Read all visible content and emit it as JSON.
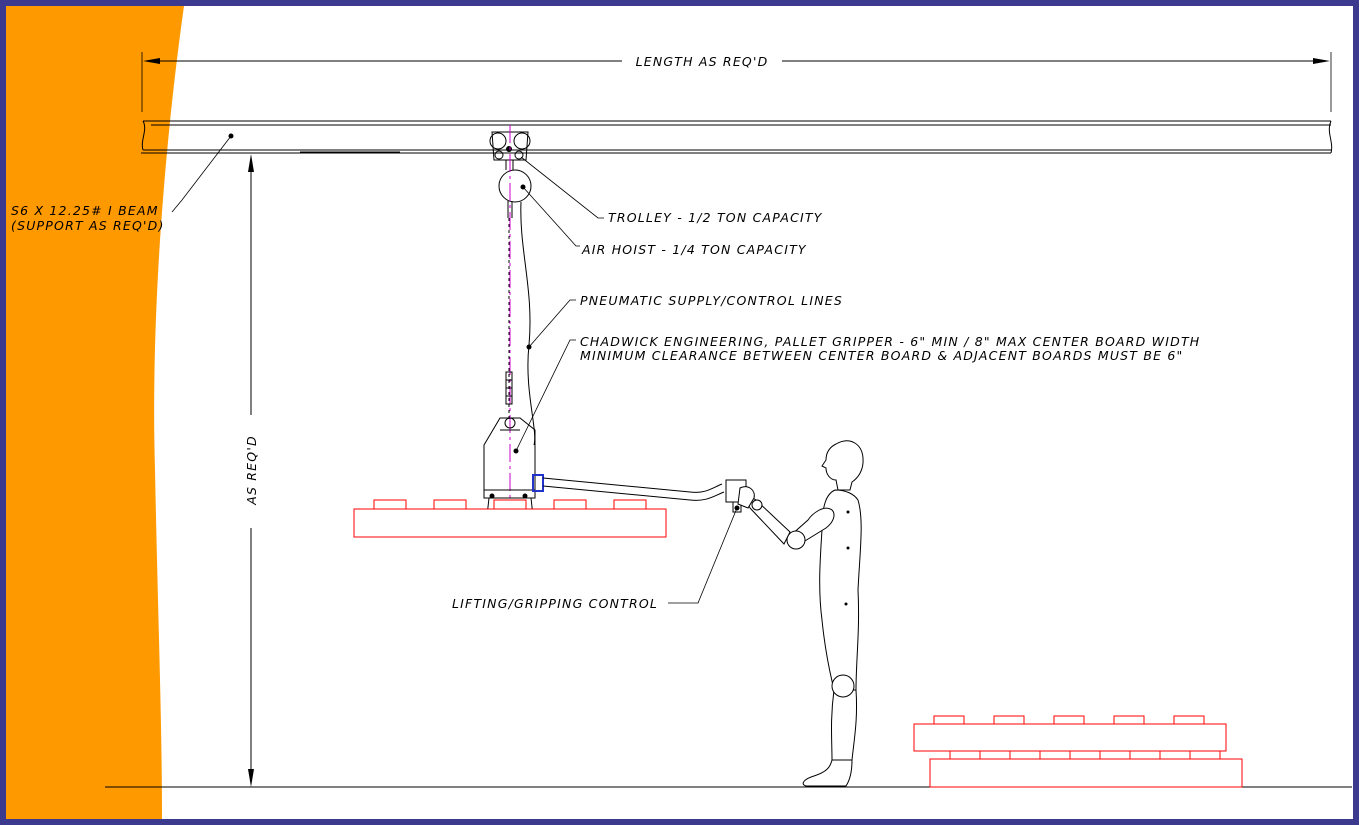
{
  "colors": {
    "frame_border": "#3b3a8f",
    "orange_panel": "#ff9900",
    "pallet_red": "#ff0000",
    "centerline_magenta": "#cc00cc",
    "hose_blue": "#2233cc",
    "line_black": "#000000"
  },
  "dimensions": {
    "length": "LENGTH AS REQ'D",
    "height": "AS REQ'D"
  },
  "callouts": {
    "beam_line1": "S6 X 12.25# I BEAM",
    "beam_line2": "(SUPPORT AS REQ'D)",
    "trolley": "TROLLEY - 1/2 TON CAPACITY",
    "air_hoist": "AIR HOIST - 1/4 TON CAPACITY",
    "pneumatic": "PNEUMATIC SUPPLY/CONTROL LINES",
    "gripper_line1": "CHADWICK ENGINEERING, PALLET GRIPPER - 6\" MIN / 8\" MAX CENTER BOARD WIDTH",
    "gripper_line2": "MINIMUM CLEARANCE BETWEEN CENTER BOARD & ADJACENT BOARDS MUST BE 6\"",
    "control": "LIFTING/GRIPPING CONTROL"
  }
}
